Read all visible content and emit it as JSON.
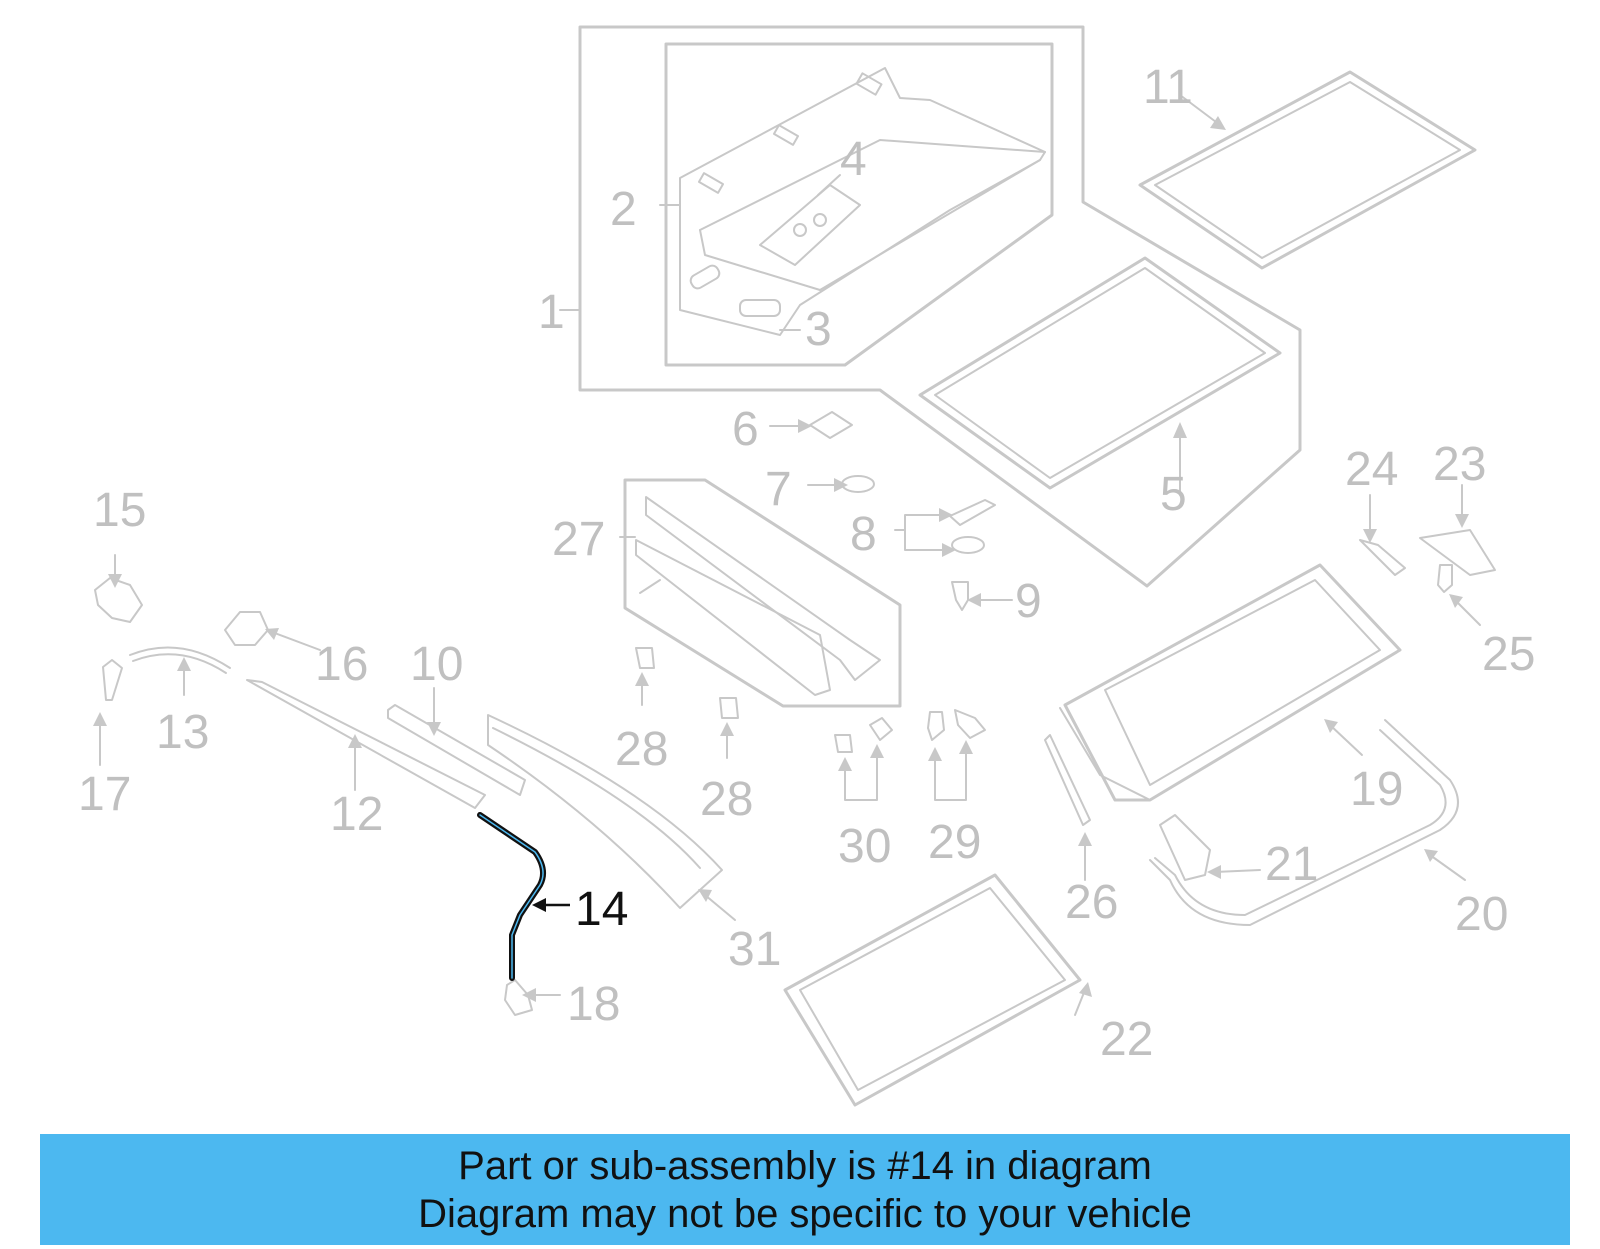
{
  "diagram": {
    "highlighted_part": "14",
    "colors": {
      "line": "#c8c8c8",
      "label": "#c0c0c0",
      "highlight": "#111111",
      "highlight_edge": "#4cb8f0",
      "banner": "#4cb8f0"
    },
    "callouts": {
      "c1": "1",
      "c2": "2",
      "c3": "3",
      "c4": "4",
      "c5": "5",
      "c6": "6",
      "c7": "7",
      "c8": "8",
      "c9": "9",
      "c10": "10",
      "c11": "11",
      "c12": "12",
      "c13": "13",
      "c14": "14",
      "c15": "15",
      "c16": "16",
      "c17": "17",
      "c18": "18",
      "c19": "19",
      "c20": "20",
      "c21": "21",
      "c22": "22",
      "c23": "23",
      "c24": "24",
      "c25": "25",
      "c26": "26",
      "c27": "27",
      "c28a": "28",
      "c28b": "28",
      "c29": "29",
      "c30": "30",
      "c31": "31"
    }
  },
  "banner": {
    "line1": "Part or sub-assembly is #14 in diagram",
    "line2": "Diagram may not be specific to your vehicle"
  }
}
